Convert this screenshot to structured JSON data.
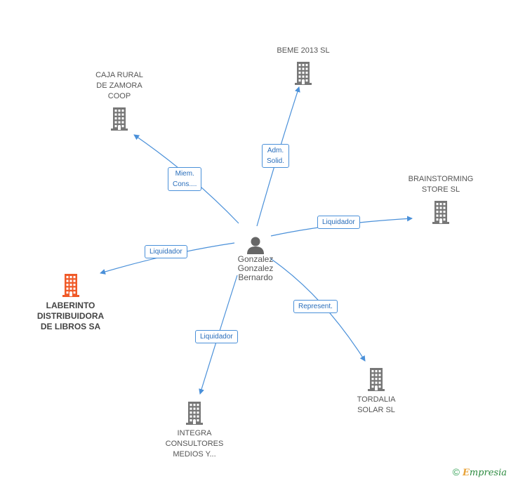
{
  "center": {
    "name": "Gonzalez\nGonzalez\nBernardo",
    "icon": "person-icon"
  },
  "companies": [
    {
      "id": "beme",
      "name": "BEME 2013 SL",
      "icon": "building-icon"
    },
    {
      "id": "caja",
      "name": "CAJA RURAL\nDE ZAMORA\nCOOP",
      "icon": "building-icon"
    },
    {
      "id": "brainstorming",
      "name": "BRAINSTORMING\nSTORE SL",
      "icon": "building-icon"
    },
    {
      "id": "laberinto",
      "name": "LABERINTO\nDISTRIBUIDORA\nDE LIBROS SA",
      "icon": "building-icon",
      "highlight": true
    },
    {
      "id": "integra",
      "name": "INTEGRA\nCONSULTORES\nMEDIOS Y...",
      "icon": "building-icon"
    },
    {
      "id": "tordalia",
      "name": "TORDALIA\nSOLAR SL",
      "icon": "building-icon"
    }
  ],
  "relations": [
    {
      "target": "beme",
      "label": "Adm.\nSolid."
    },
    {
      "target": "caja",
      "label": "Miem.\nCons...."
    },
    {
      "target": "brainstorming",
      "label": "Liquidador"
    },
    {
      "target": "laberinto",
      "label": "Liquidador"
    },
    {
      "target": "integra",
      "label": "Liquidador"
    },
    {
      "target": "tordalia",
      "label": "Represent."
    }
  ],
  "colors": {
    "edge": "#4a90d9",
    "building": "#777777",
    "highlight": "#f05a28",
    "person": "#666666"
  },
  "footer": {
    "copyright": "©",
    "brand_e": "E",
    "brand_rest": "mpresia"
  }
}
